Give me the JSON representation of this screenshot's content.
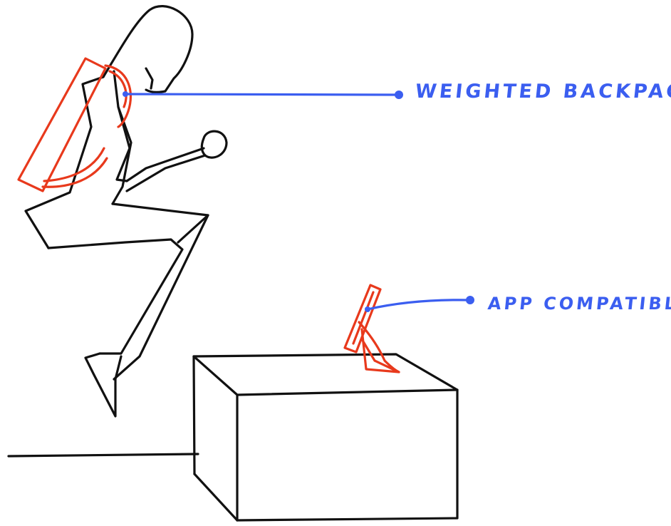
{
  "colors": {
    "figure_ink": "#111111",
    "equipment_ink": "#e8391c",
    "callout_ink": "#3b5ef0",
    "background": "#ffffff"
  },
  "callouts": [
    {
      "label": "WEIGHTED BACKPACK",
      "target": "backpack"
    },
    {
      "label": "APP COMPATIBLE",
      "target": "phone-stand"
    }
  ]
}
